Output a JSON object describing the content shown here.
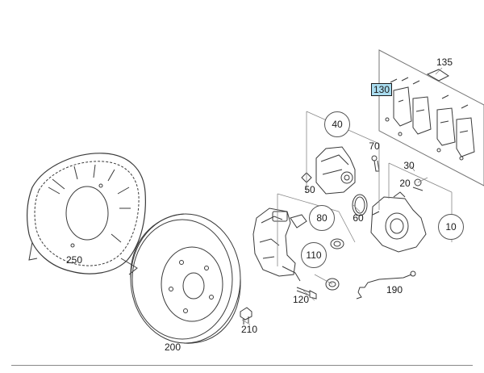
{
  "parts": {
    "p130": "130",
    "p135": "135",
    "p40": "40",
    "p70": "70",
    "p30": "30",
    "p20": "20",
    "p50": "50",
    "p60": "60",
    "p10": "10",
    "p80": "80",
    "p110": "110",
    "p120": "120",
    "p190": "190",
    "p210": "210",
    "p200": "200",
    "p250": "250"
  },
  "colors": {
    "line": "#3a3a3a",
    "highlight": "#a9dcef"
  }
}
